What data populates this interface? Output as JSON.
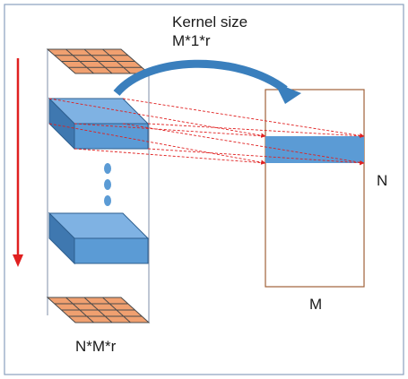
{
  "labels": {
    "kernel_title": "Kernel size",
    "kernel_dims": "M*1*r",
    "input_dims": "N*M*r",
    "matrix_rows": "N",
    "matrix_cols": "M"
  },
  "colors": {
    "frame": "#8aa0bf",
    "grid_fill": "#f0a070",
    "grid_line": "#4a4a4a",
    "block_front": "#5b9bd5",
    "block_top": "#7fb2e3",
    "block_side": "#3f78b0",
    "arrow_red": "#e02020",
    "curve_arrow": "#3a7fbd",
    "matrix_border": "#a0623a",
    "matrix_band": "#5b9bd5"
  },
  "icons": {
    "direction_arrow": "down-arrow-icon",
    "projection_arrow": "curved-arrow-icon",
    "continuation": "vertical-ellipsis-icon"
  }
}
